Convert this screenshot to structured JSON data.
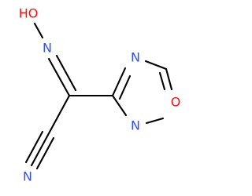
{
  "molecule": {
    "atoms": {
      "hydroxyl": {
        "label": "HO",
        "color": "#ff0d0d"
      },
      "oxime_n": {
        "label": "N",
        "color": "#3050f8"
      },
      "nitrile_n": {
        "label": "N",
        "color": "#3050f8"
      },
      "ring_n_top": {
        "label": "N",
        "color": "#3050f8"
      },
      "ring_n_bottom": {
        "label": "N",
        "color": "#3050f8"
      },
      "ring_o": {
        "label": "O",
        "color": "#ff0d0d"
      }
    },
    "bond_color": "#000000"
  }
}
